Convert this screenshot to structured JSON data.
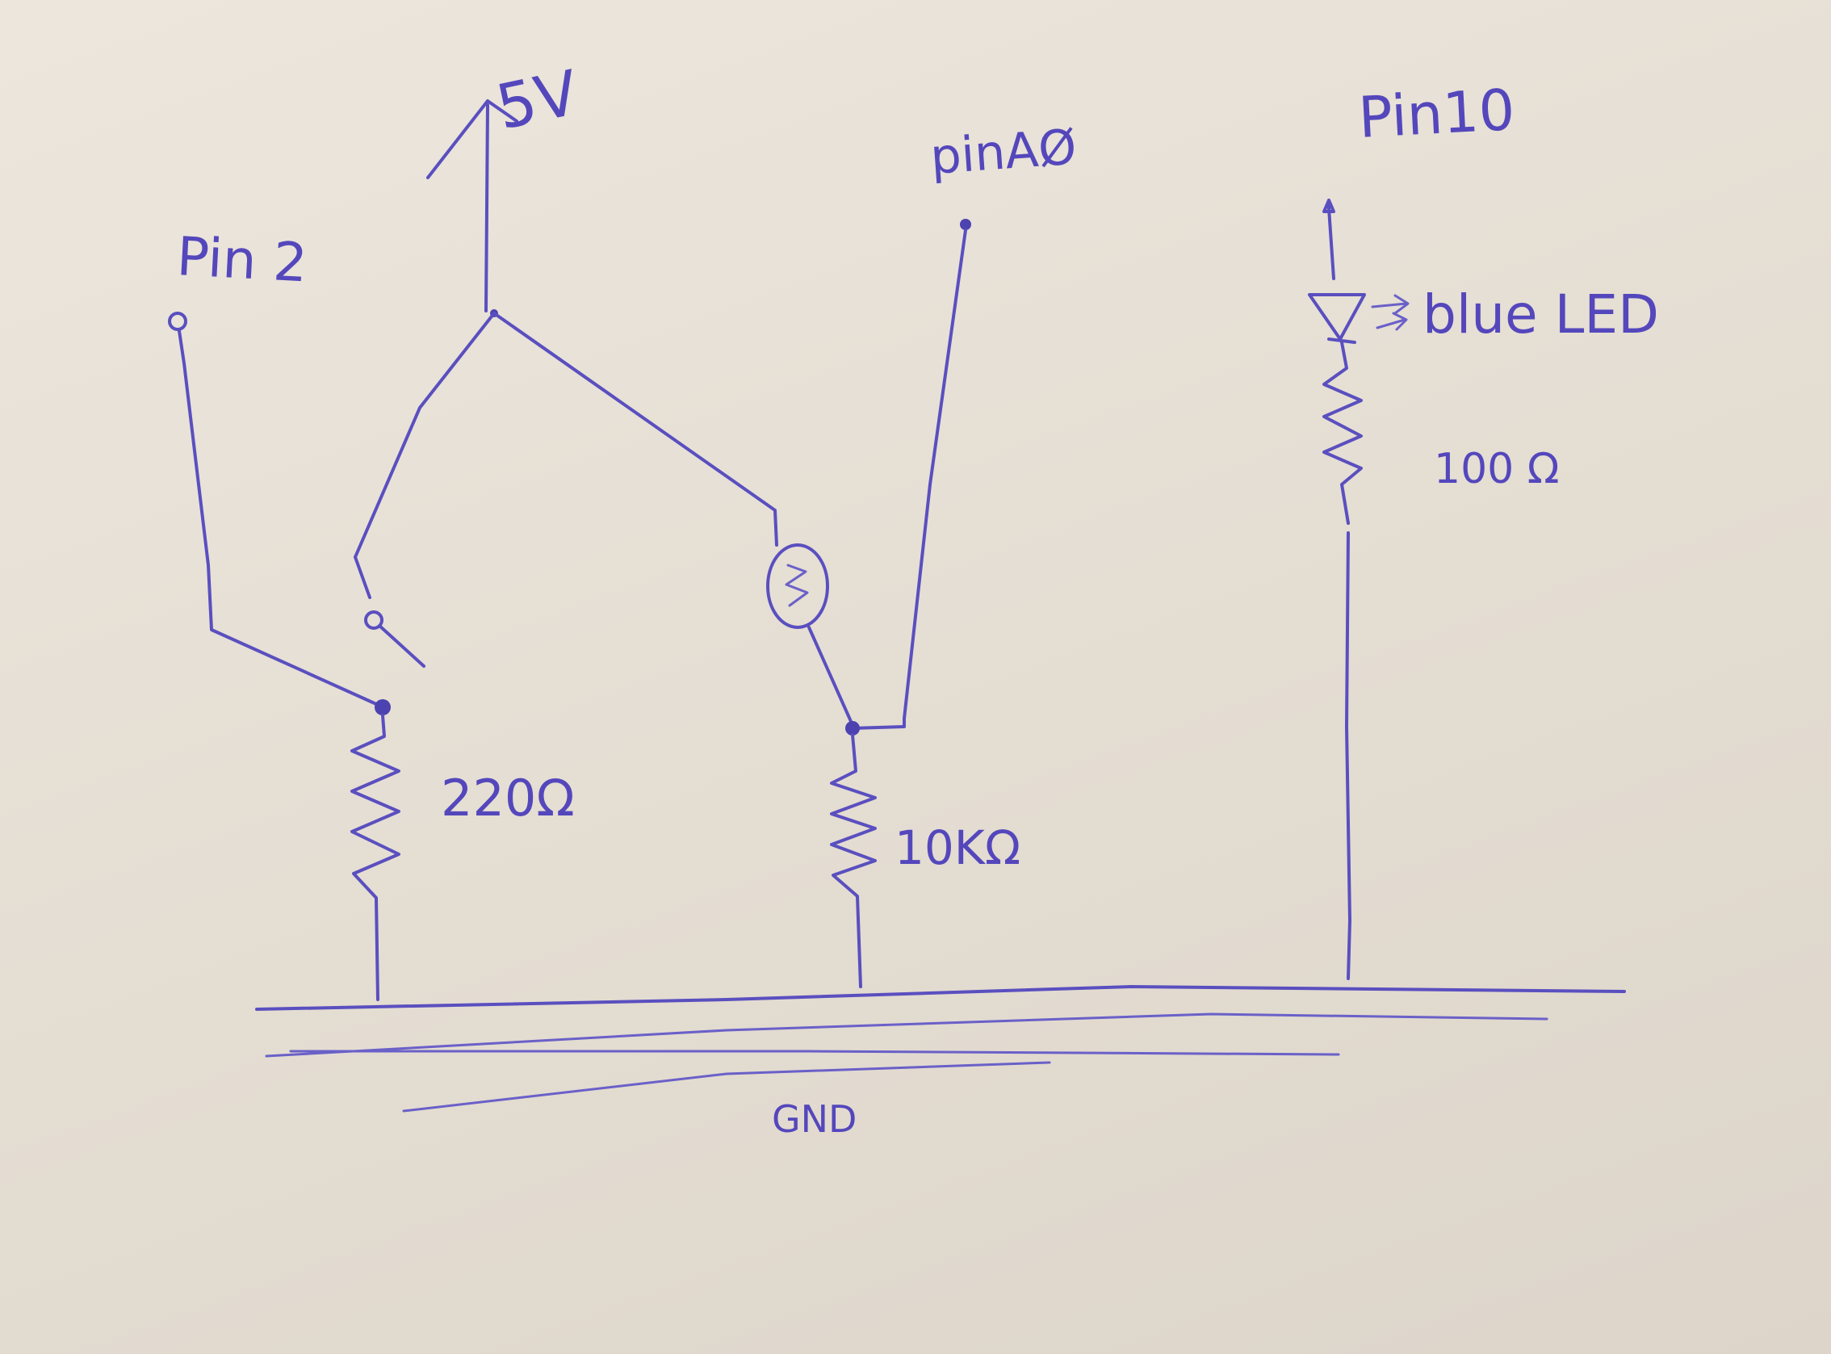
{
  "labels": {
    "supply": "5V",
    "pin_a0": "pinAØ",
    "pin_10": "Pin10",
    "pin_2": "Pin 2",
    "led": "blue LED",
    "r_led": "100 Ω",
    "r_switch": "220Ω",
    "r_photo": "10KΩ",
    "ground": "GND"
  },
  "colors": {
    "ink": "#5a4fbf",
    "paper": "#e6dfd5"
  }
}
